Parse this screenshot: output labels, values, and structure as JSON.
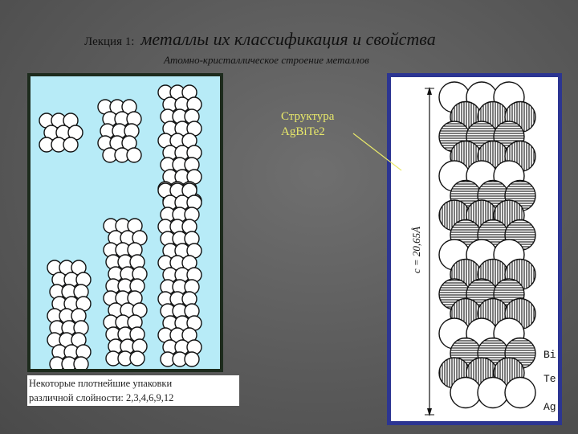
{
  "header": {
    "lecture_label": "Лекция 1:",
    "title": "металлы их классификация и свойства",
    "subtitle": "Атомно-кристаллическое строение металлов"
  },
  "left_figure": {
    "caption_line1": "Некоторые плотнейшие упаковки",
    "caption_line2": "различной слойности: 2,3,4,6,9,12",
    "panel_color": "#b7ebf7"
  },
  "structure_label": {
    "line1": "Структура",
    "line2": "AgBiTe2",
    "color": "#e9e96a"
  },
  "right_figure": {
    "dimension_label": "c = 20,65Å",
    "legend": [
      "Bi",
      "Te",
      "Ag"
    ],
    "border_color": "#2c3592"
  }
}
